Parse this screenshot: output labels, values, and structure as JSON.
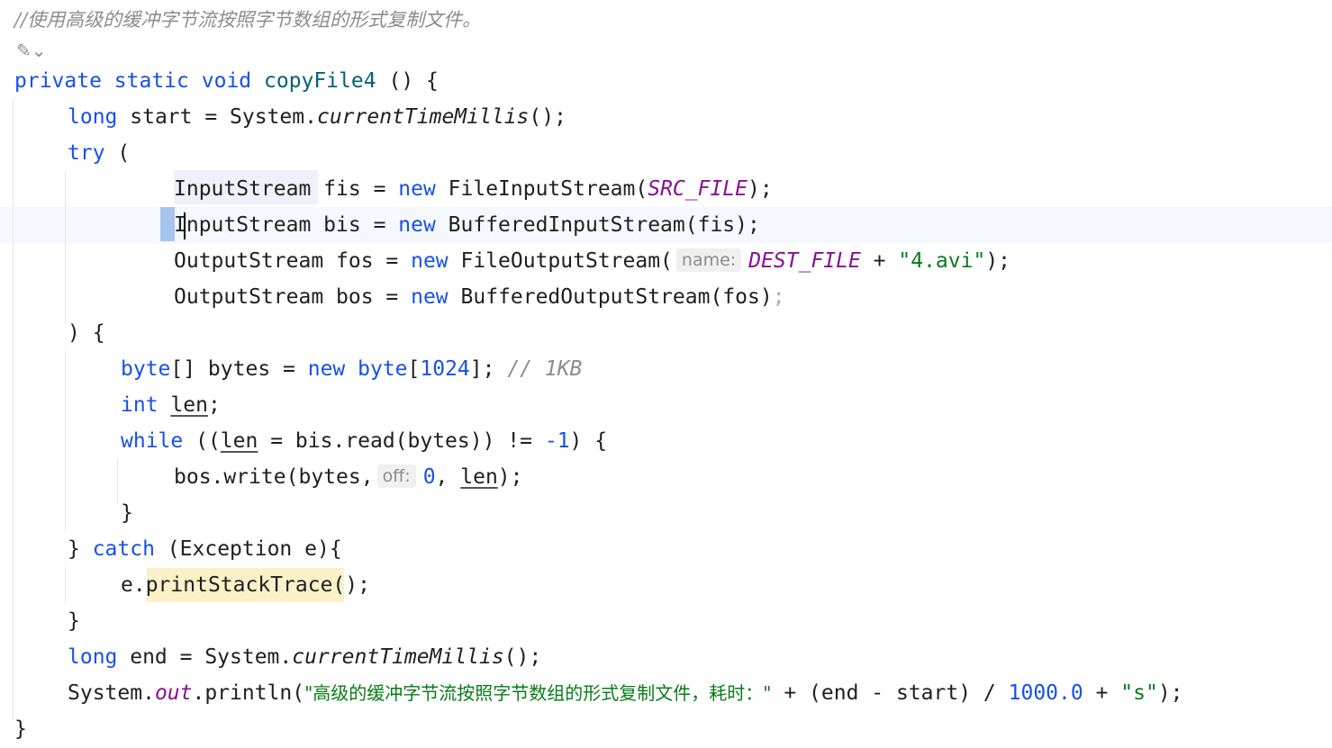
{
  "top_comment": "//使用高级的缓冲字节流按照字节数组的形式复制文件。",
  "gutter_icon": "ai-assist-icon",
  "code": {
    "method_sig": {
      "kw_private": "private",
      "kw_static": "static",
      "kw_void": "void",
      "name": "copyFile4",
      "rest": "() {"
    },
    "start_line": {
      "kw_long": "long",
      "var": "start",
      "eq": " = System.",
      "call": "currentTimeMillis",
      "end": "();"
    },
    "try_line": {
      "kw_try": "try",
      "paren": " ("
    },
    "fis_line": {
      "type": "InputStream",
      "mid": " fis = ",
      "kw_new": "new",
      "cls": " FileInputStream(",
      "const": "SRC_FILE",
      "end": ");"
    },
    "bis_line": {
      "type": "InputStream",
      "mid": " bis = ",
      "kw_new": "new",
      "cls": " BufferedInputStream(fis);"
    },
    "fos_line": {
      "type": "OutputStream",
      "mid": " fos = ",
      "kw_new": "new",
      "cls": " FileOutputStream(",
      "hint": "name:",
      "const": "DEST_FILE",
      "plus": " + ",
      "str": "\"4.avi\"",
      "end": ");"
    },
    "bos_line": {
      "type": "OutputStream",
      "mid": " bos = ",
      "kw_new": "new",
      "cls": " BufferedOutputStream(fos)",
      "semi": ";"
    },
    "close_try": ") {",
    "bytes_line": {
      "kw_byte": "byte",
      "mid": "[] bytes = ",
      "kw_new": "new",
      "sp": " ",
      "kw_byte2": "byte",
      "open": "[",
      "num": "1024",
      "close": "]; ",
      "cmt": "// 1KB"
    },
    "len_line": {
      "kw_int": "int",
      "sp": " ",
      "var": "len",
      "end": ";"
    },
    "while_line": {
      "kw_while": "while",
      "a": " ((",
      "var": "len",
      "b": " = bis.read(bytes)) != ",
      "num": "-1",
      "c": ") {"
    },
    "write_line": {
      "a": "bos.write(bytes,",
      "hint": "off:",
      "num": "0",
      "b": ", ",
      "var": "len",
      "c": ");"
    },
    "close_while": "}",
    "catch_line": {
      "a": "} ",
      "kw_catch": "catch",
      "b": " (Exception e){"
    },
    "print_line": {
      "a": "e.",
      "call": "printStackTrace",
      "b": "();"
    },
    "close_catch": "}",
    "end_line": {
      "kw_long": "long",
      "var": " end = System.",
      "call": "currentTimeMillis",
      "end": "();"
    },
    "println_line": {
      "a": "System.",
      "out": "out",
      "b": ".println(",
      "str": "\"高级的缓冲字节流按照字节数组的形式复制文件，耗时：\"",
      "c": " + (end - start) / ",
      "num": "1000.0",
      "d": " + ",
      "str2": "\"s\"",
      "e": ");"
    },
    "close_method": "}"
  }
}
